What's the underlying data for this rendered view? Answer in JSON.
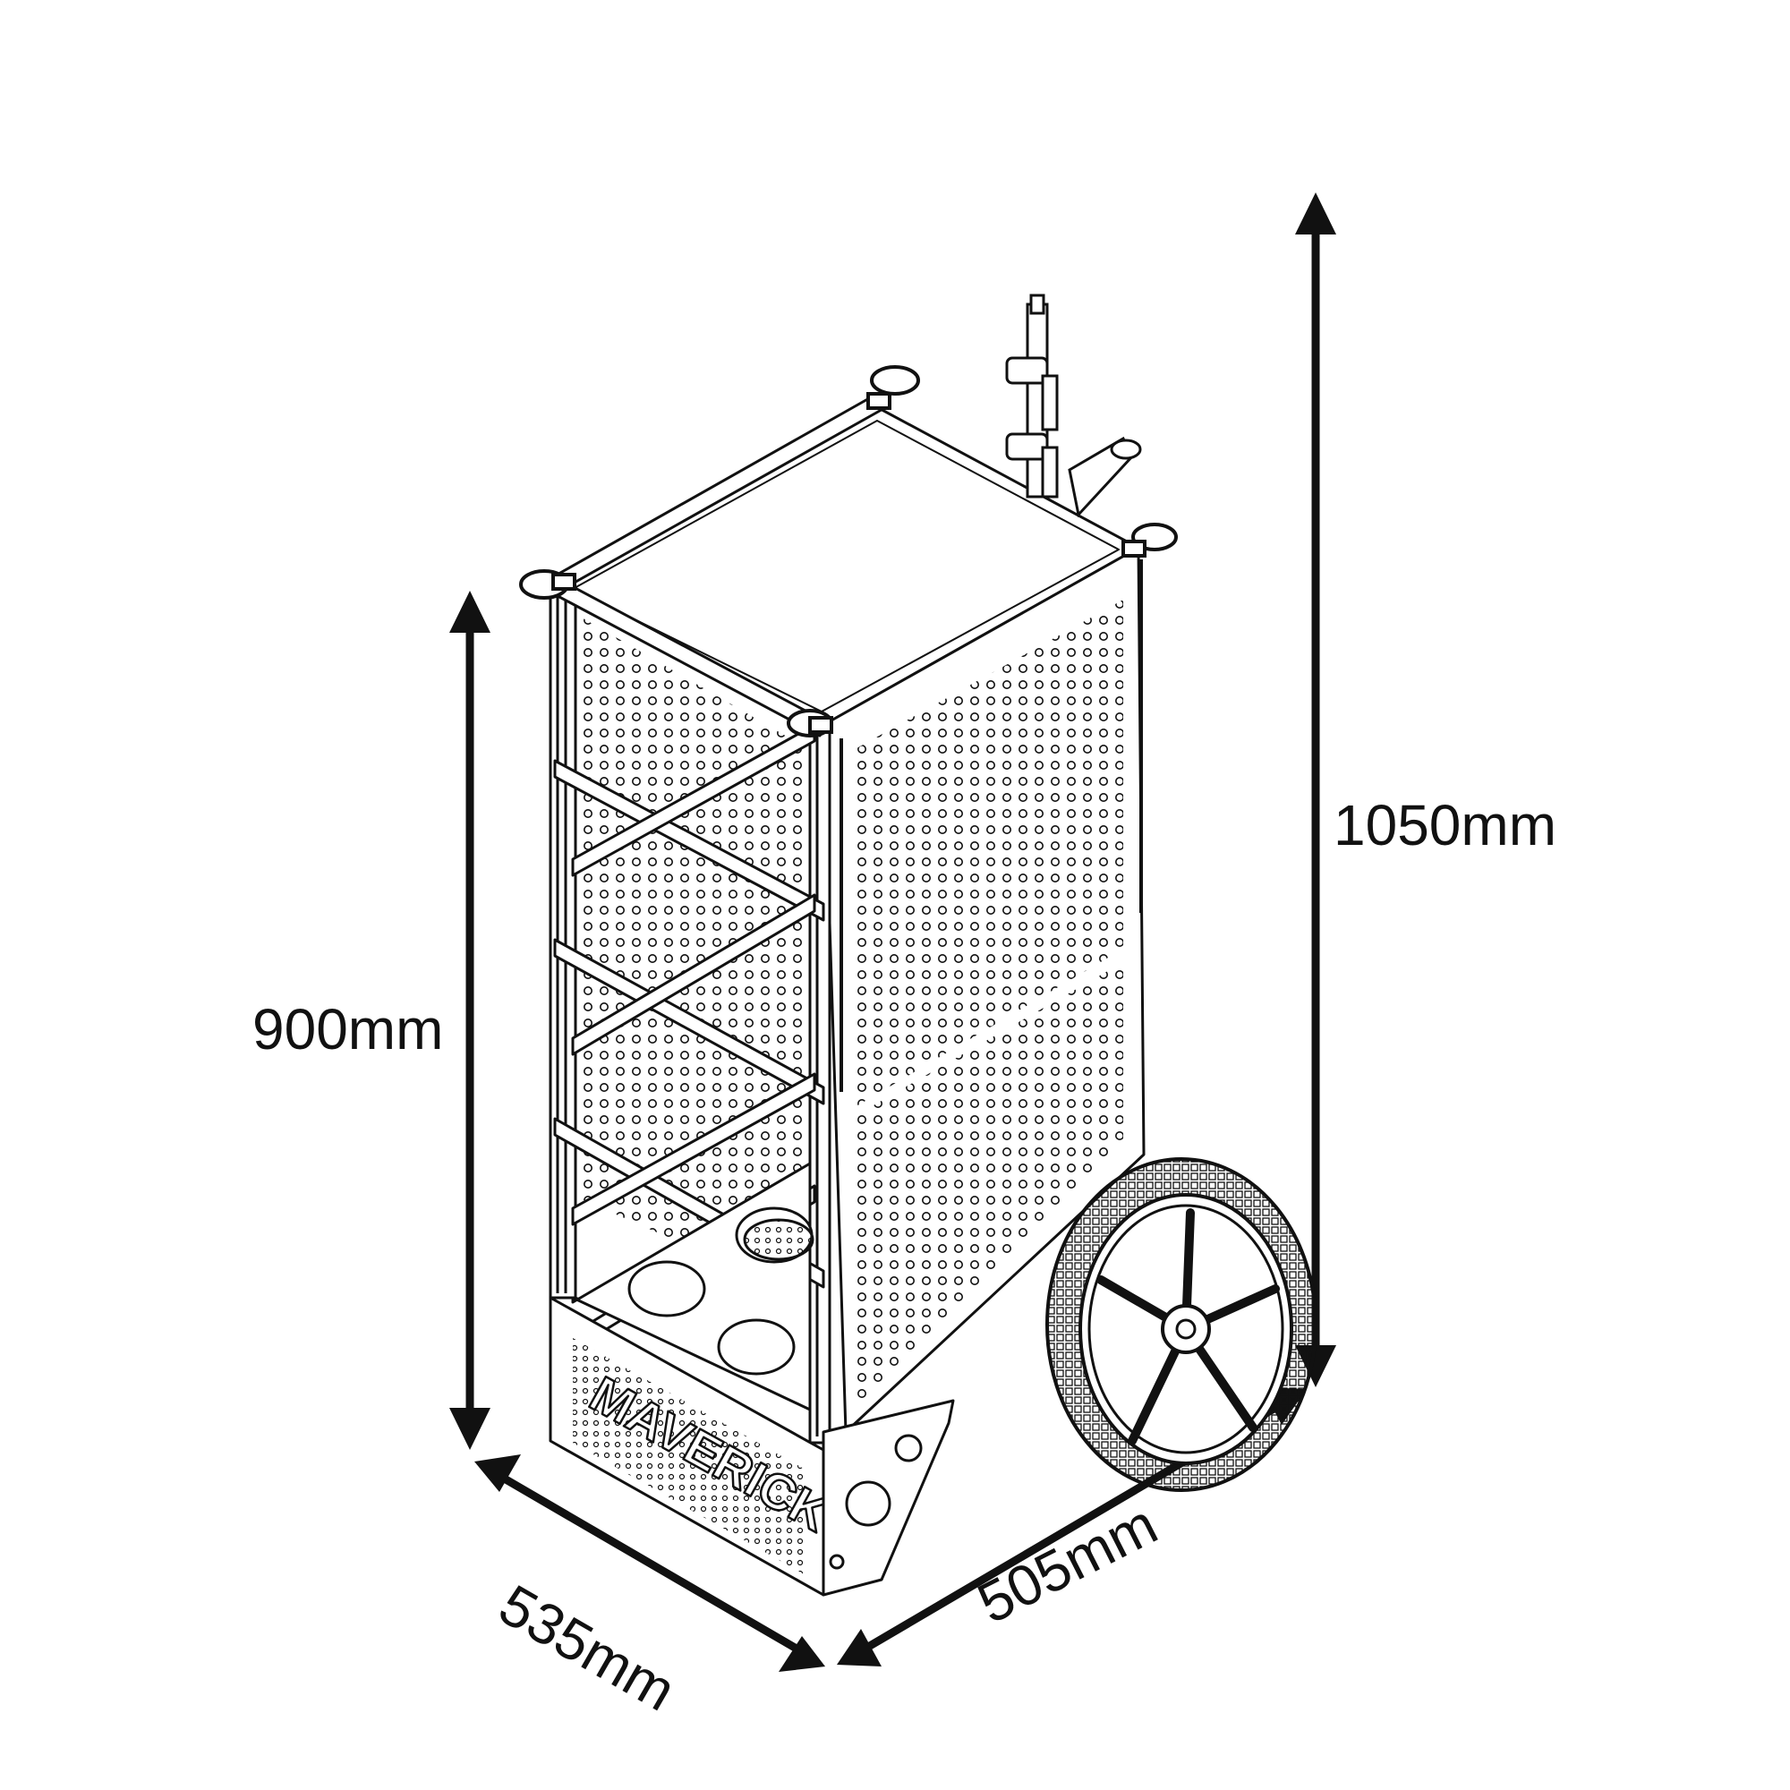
{
  "dimensions": {
    "total_height": "1050mm",
    "body_height": "900mm",
    "depth": "535mm",
    "width": "505mm"
  },
  "colors": {
    "line": "#111111",
    "background": "#ffffff"
  },
  "logo_text": "MAVERICK"
}
